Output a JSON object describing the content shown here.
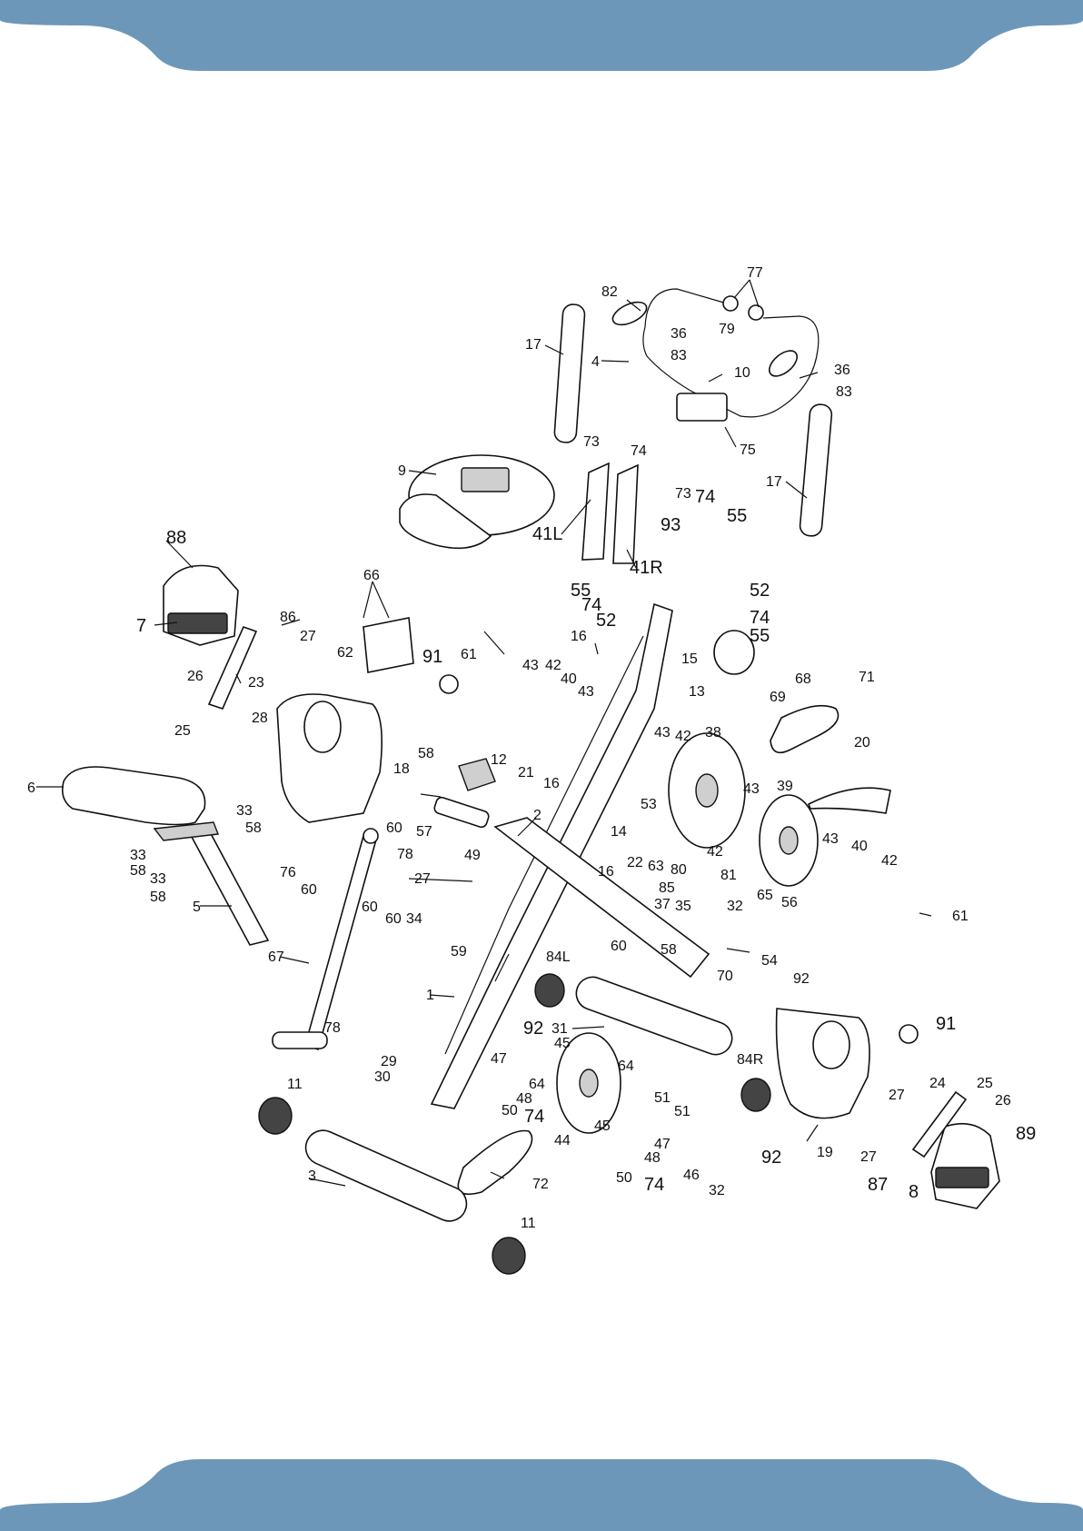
{
  "colors": {
    "band": "#6d97b9",
    "ink": "#111111",
    "paper": "#ffffff"
  },
  "labels": {
    "l77": "77",
    "l82": "82",
    "l79": "79",
    "l17a": "17",
    "l36a": "36",
    "l83a": "83",
    "l4": "4",
    "l10": "10",
    "l36b": "36",
    "l83b": "83",
    "l75": "75",
    "l73a": "73",
    "l74a": "74",
    "l17b": "17",
    "l9": "9",
    "l73b": "73",
    "l74b": "74",
    "l55a": "55",
    "l93": "93",
    "l41L": "41L",
    "l41R": "41R",
    "l88": "88",
    "l66": "66",
    "l55b": "55",
    "l74c": "74",
    "l52a": "52",
    "l52b": "52",
    "l74d": "74",
    "l55c": "55",
    "l86": "86",
    "l27a": "27",
    "l62": "62",
    "l7": "7",
    "l16a": "16",
    "l61a": "61",
    "l43a": "43",
    "l42a": "42",
    "l40a": "40",
    "l43b": "43",
    "l15": "15",
    "l13": "13",
    "l69": "69",
    "l68": "68",
    "l71": "71",
    "l26a": "26",
    "l23": "23",
    "l25a": "25",
    "l91a": "91",
    "l28": "28",
    "l18": "18",
    "l43c": "43",
    "l42b": "42",
    "l38": "38",
    "l20": "20",
    "l6": "6",
    "l58a": "58",
    "l12": "12",
    "l21": "21",
    "l16b": "16",
    "l53": "53",
    "l39": "39",
    "l43d": "43",
    "l43e": "43",
    "l40b": "40",
    "l42c": "42",
    "l42d": "42",
    "l33a": "33",
    "l58b": "58",
    "l60a": "60",
    "l57": "57",
    "l2": "2",
    "l78a": "78",
    "l14": "14",
    "l33b": "33",
    "l58c": "58",
    "l33c": "33",
    "l58d": "58",
    "l76": "76",
    "l60b": "60",
    "l49": "49",
    "l16c": "16",
    "l22": "22",
    "l63": "63",
    "l80": "80",
    "l81": "81",
    "l85": "85",
    "l37": "37",
    "l27b": "27",
    "l5": "5",
    "l60c": "60",
    "l60d": "60",
    "l34": "34",
    "l35": "35",
    "l32a": "32",
    "l65": "65",
    "l56": "56",
    "l61b": "61",
    "l59": "59",
    "l60e": "60",
    "l58e": "58",
    "l67": "67",
    "l54": "54",
    "l92a": "92",
    "l84L": "84L",
    "l70": "70",
    "l1": "1",
    "l31": "31",
    "l92b": "92",
    "l91b": "91",
    "l78b": "78",
    "l47a": "47",
    "l45a": "45",
    "l84R": "84R",
    "l29": "29",
    "l30": "30",
    "l48a": "48",
    "l64a": "64",
    "l64b": "64",
    "l11a": "11",
    "l50a": "50",
    "l74e": "74",
    "l51a": "51",
    "l51b": "51",
    "l24": "24",
    "l25b": "25",
    "l26b": "26",
    "l27c": "27",
    "l89": "89",
    "l44": "44",
    "l45b": "45",
    "l47b": "47",
    "l19": "19",
    "l27d": "27",
    "l48b": "48",
    "l92c": "92",
    "l3": "3",
    "l72": "72",
    "l50b": "50",
    "l74f": "74",
    "l46": "46",
    "l32b": "32",
    "l87": "87",
    "l8": "8",
    "l11b": "11"
  }
}
